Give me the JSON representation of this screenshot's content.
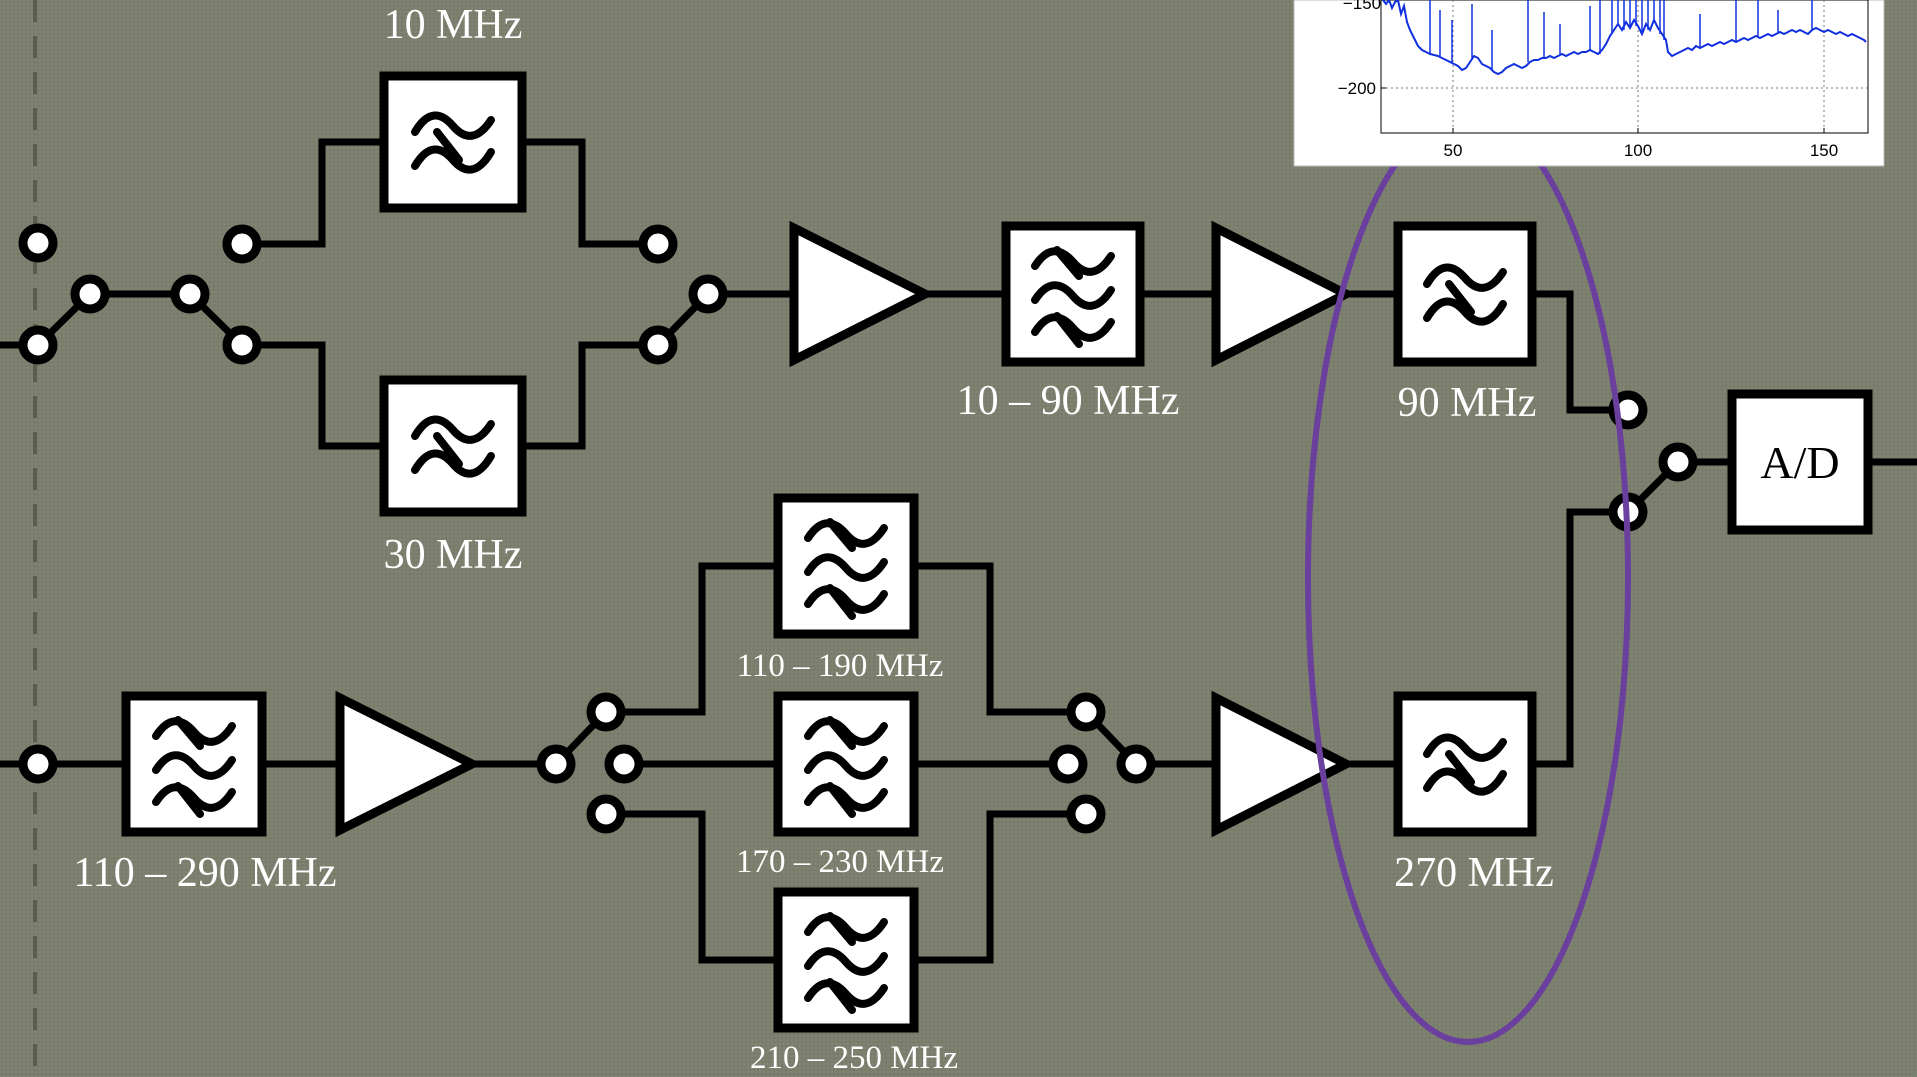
{
  "labels": {
    "lp_10": "10 MHz",
    "lp_30": "30 MHz",
    "bp_10_90": "10 – 90 MHz",
    "lp_90": "90 MHz",
    "bp_110_290": "110 – 290 MHz",
    "bp_110_190": "110 – 190 MHz",
    "bp_170_230": "170 – 230 MHz",
    "bp_210_250": "210 – 250 MHz",
    "lp_270": "270 MHz",
    "adc": "A/D"
  },
  "inset_plot": {
    "y_ticks": [
      "−200"
    ],
    "x_ticks": [
      "50",
      "100",
      "150"
    ],
    "clipped_top_tick": "−150"
  },
  "colors": {
    "background": "#7e8270",
    "ellipse": "#6a3f9e",
    "trace": "#1030e0"
  }
}
